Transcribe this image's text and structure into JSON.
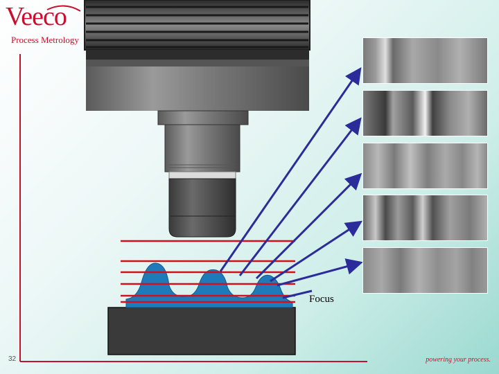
{
  "logo": {
    "brand": "Veeco",
    "subtitle": "Process Metrology",
    "color": "#c8102e"
  },
  "diagram": {
    "focus_label": "Focus",
    "axis_color": "#c8102e",
    "focus_line_color": "#d01020",
    "arrow_color": "#2b2b9a",
    "sample_color": "#1e7ab8",
    "substrate_color": "#3a3a3a",
    "strips": [
      {
        "name": "image-strip-1"
      },
      {
        "name": "image-strip-2"
      },
      {
        "name": "image-strip-3"
      },
      {
        "name": "image-strip-4"
      },
      {
        "name": "image-strip-5"
      }
    ]
  },
  "footer": {
    "page_number": "32",
    "tagline": "powering your process."
  }
}
